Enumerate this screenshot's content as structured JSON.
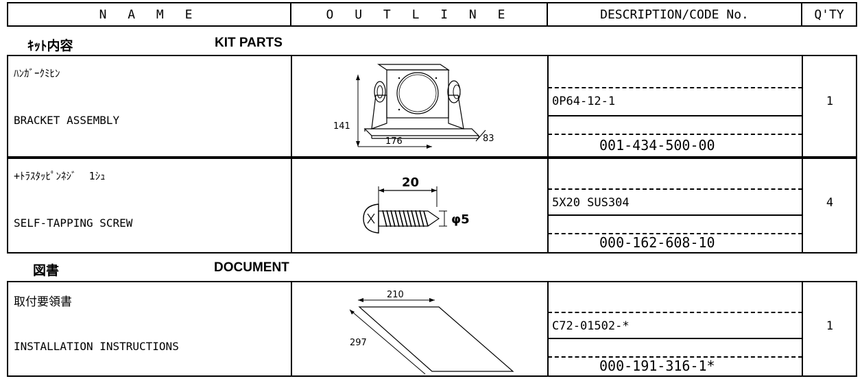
{
  "header": {
    "name": "N A M E",
    "outline": "O U T L I N E",
    "description": "DESCRIPTION/CODE No.",
    "qty": "Q'TY"
  },
  "sections": {
    "kit": {
      "jp": "ｷｯﾄ内容",
      "en": "KIT PARTS"
    },
    "doc": {
      "jp": "図書",
      "en": "DOCUMENT"
    }
  },
  "items": [
    {
      "name_jp": "ﾊﾝｶﾞｰｸﾐﾋﾝ",
      "name_en": "BRACKET ASSEMBLY",
      "description": "0P64-12-1",
      "code": "001-434-500-00",
      "qty": "1",
      "dims": {
        "height": "141",
        "width": "176",
        "depth": "83"
      }
    },
    {
      "name_jp": "+ﾄﾗｽﾀｯﾋﾟﾝﾈｼﾞ  1ｼｭ",
      "name_en": "SELF-TAPPING SCREW",
      "description": "5X20 SUS304",
      "code": "000-162-608-10",
      "qty": "4",
      "dims": {
        "length": "20",
        "diameter": "φ5"
      }
    },
    {
      "name_jp": "取付要領書",
      "name_en": "INSTALLATION INSTRUCTIONS",
      "description": "C72-01502-*",
      "code": "000-191-316-1*",
      "qty": "1",
      "dims": {
        "width": "210",
        "height": "297"
      }
    }
  ]
}
